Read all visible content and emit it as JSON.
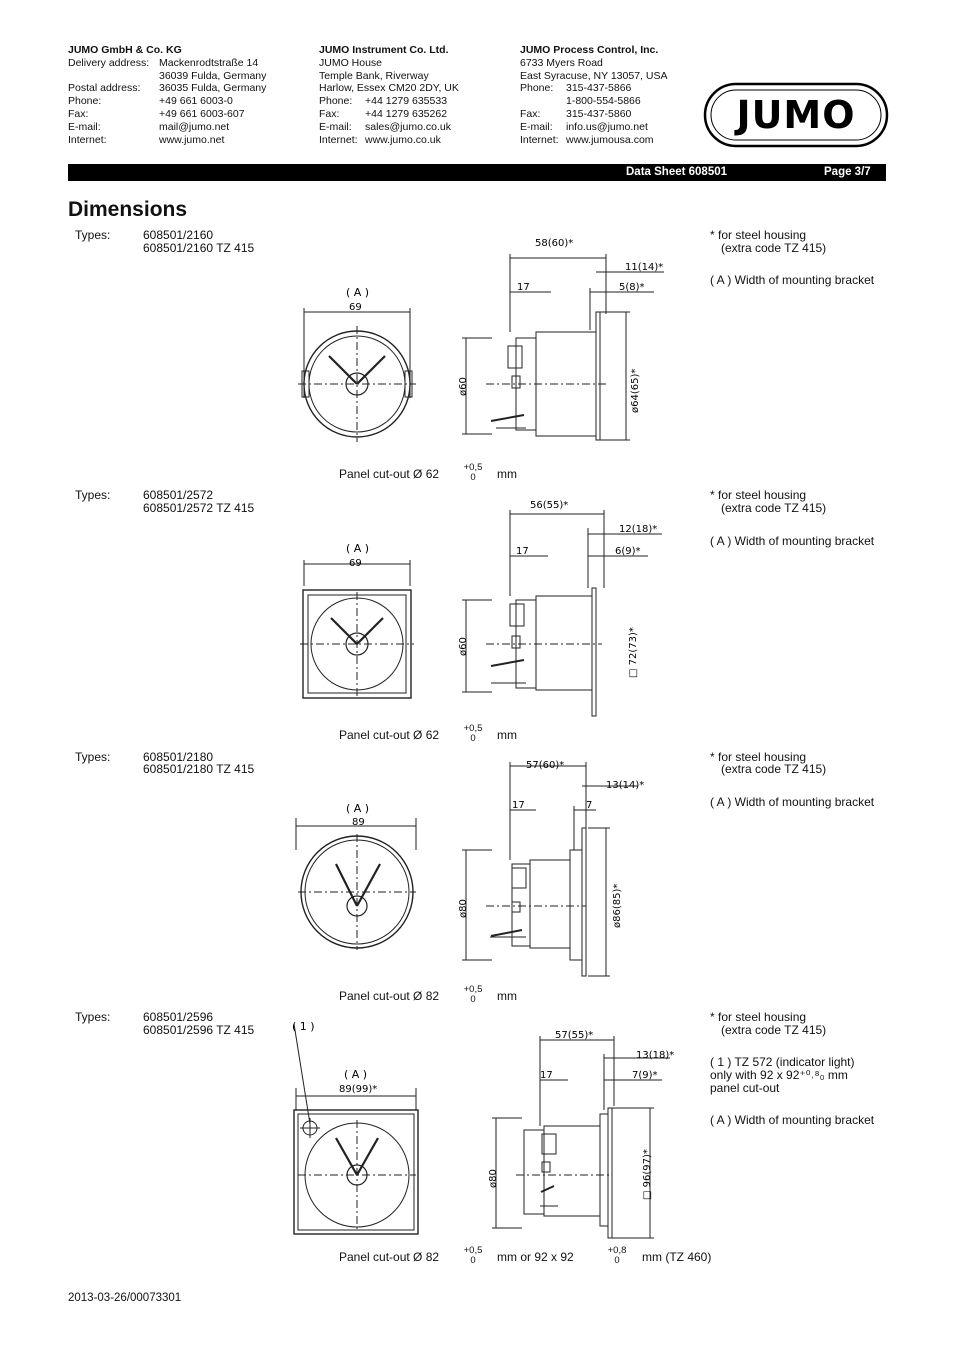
{
  "header": {
    "col1": {
      "org": "JUMO GmbH & Co. KG",
      "rows": [
        {
          "k": "Delivery address:",
          "v": "Mackenrodtstraße 14"
        },
        {
          "k": "",
          "v": "36039 Fulda, Germany"
        },
        {
          "k": "Postal address:",
          "v": "36035 Fulda, Germany"
        },
        {
          "k": "Phone:",
          "v": "+49 661 6003-0"
        },
        {
          "k": "Fax:",
          "v": "+49 661 6003-607"
        },
        {
          "k": "E-mail:",
          "v": "mail@jumo.net"
        },
        {
          "k": "Internet:",
          "v": "www.jumo.net"
        }
      ]
    },
    "col2": {
      "org": "JUMO Instrument Co. Ltd.",
      "rows": [
        {
          "k": "",
          "v": "JUMO House"
        },
        {
          "k": "",
          "v": "Temple Bank, Riverway"
        },
        {
          "k": "",
          "v": "Harlow, Essex CM20 2DY, UK"
        },
        {
          "k": "Phone:",
          "v": "+44 1279 635533"
        },
        {
          "k": "Fax:",
          "v": "+44 1279 635262"
        },
        {
          "k": "E-mail:",
          "v": "sales@jumo.co.uk"
        },
        {
          "k": "Internet:",
          "v": "www.jumo.co.uk"
        }
      ]
    },
    "col3": {
      "org": "JUMO Process Control, Inc.",
      "rows": [
        {
          "k": "",
          "v": "6733 Myers Road"
        },
        {
          "k": "",
          "v": "East Syracuse, NY 13057, USA"
        },
        {
          "k": "Phone:",
          "v": "315-437-5866"
        },
        {
          "k": "",
          "v": "1-800-554-5866"
        },
        {
          "k": "Fax:",
          "v": "315-437-5860"
        },
        {
          "k": "E-mail:",
          "v": "info.us@jumo.net"
        },
        {
          "k": "Internet:",
          "v": "www.jumousa.com"
        }
      ]
    },
    "logo_text": "JUMO"
  },
  "bar": {
    "datasheet": "Data Sheet 608501",
    "page": "Page 3/7"
  },
  "title": "Dimensions",
  "types_label": "Types:",
  "sections": [
    {
      "types": [
        "608501/2160",
        "608501/2160 TZ 415"
      ],
      "notes": [
        "* for steel housing",
        "(extra code TZ 415)",
        "( A ) Width of mounting bracket"
      ],
      "cutout": "Panel cut-out Ø 62",
      "tol_upper": "+0,5",
      "tol_lower": "0",
      "unit": "mm",
      "front": {
        "label_a": "( A )",
        "width": "69"
      },
      "side": {
        "depth": "58(60)*",
        "d2": "11(14)*",
        "d1": "17",
        "d3": "5(8)*",
        "dia": "ø60",
        "dia2": "ø64(65)*"
      }
    },
    {
      "types": [
        "608501/2572",
        "608501/2572 TZ 415"
      ],
      "notes": [
        "* for steel housing",
        "(extra code TZ 415)",
        "( A ) Width of mounting bracket"
      ],
      "cutout": "Panel cut-out Ø 62",
      "tol_upper": "+0,5",
      "tol_lower": "0",
      "unit": "mm",
      "front": {
        "label_a": "( A )",
        "width": "69"
      },
      "side": {
        "depth": "56(55)*",
        "d2": "12(18)*",
        "d1": "17",
        "d3": "6(9)*",
        "dia": "ø60",
        "dia2": "□ 72(73)*"
      }
    },
    {
      "types": [
        "608501/2180",
        "608501/2180 TZ 415"
      ],
      "notes": [
        "* for steel housing",
        "(extra code TZ 415)",
        "( A ) Width of mounting bracket"
      ],
      "cutout": "Panel cut-out Ø 82",
      "tol_upper": "+0,5",
      "tol_lower": "0",
      "unit": "mm",
      "front": {
        "label_a": "( A )",
        "width": "89"
      },
      "side": {
        "depth": "57(60)*",
        "d2": "13(14)*",
        "d1": "17",
        "d3": "7",
        "dia": "ø80",
        "dia2": "ø86(85)*"
      }
    },
    {
      "types": [
        "608501/2596",
        "608501/2596  TZ 415"
      ],
      "notes": [
        "* for steel housing",
        "(extra code TZ 415)",
        "( 1 ) TZ 572 (indicator light)",
        "only with 92 x 92⁺⁰˒⁸₀ mm",
        "panel cut-out",
        "( A ) Width of mounting bracket"
      ],
      "cutout": "Panel cut-out Ø 82",
      "tol_upper": "+0,5",
      "tol_lower": "0",
      "unit": "mm or 92 x 92",
      "tol2_upper": "+0,8",
      "tol2_lower": "0",
      "unit2": "mm (TZ 460)",
      "callout": "( 1 )",
      "front": {
        "label_a": "( A )",
        "width": "89(99)*"
      },
      "side": {
        "depth": "57(55)*",
        "d2": "13(18)*",
        "d1": "17",
        "d3": "7(9)*",
        "dia": "ø80",
        "dia2": "□ 96(97)*"
      }
    }
  ],
  "footer": "2013-03-26/00073301"
}
